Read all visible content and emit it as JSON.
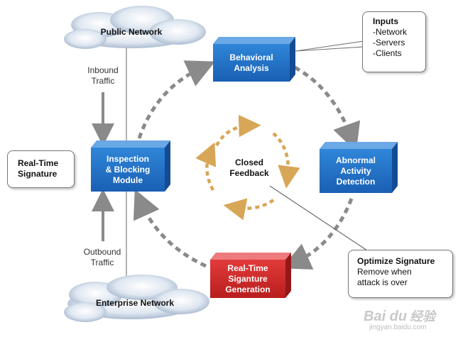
{
  "clouds": {
    "public": "Public Network",
    "enterprise": "Enterprise Network"
  },
  "traffic": {
    "inbound": [
      "Inbound",
      "Traffic"
    ],
    "outbound": [
      "Outbound",
      "Traffic"
    ]
  },
  "boxes": {
    "behavioral": [
      "Behavioral",
      "Analysis"
    ],
    "abnormal": [
      "Abnormal",
      "Activity",
      "Detection"
    ],
    "realtime_gen": [
      "Real-Time",
      "Siganture",
      "Generation"
    ],
    "inspection": [
      "Inspection",
      "& Blocking",
      "Module"
    ]
  },
  "center": [
    "Closed",
    "Feedback"
  ],
  "callouts": {
    "inputs": {
      "title": "Inputs",
      "lines": [
        "-Network",
        "-Servers",
        "-Clients"
      ]
    },
    "realtime_signature": [
      "Real-Time",
      "Signature"
    ],
    "optimize": {
      "title": "Optimize Signature",
      "lines": [
        "Remove when",
        "attack is over"
      ]
    }
  },
  "watermark": {
    "logo": "Bai du",
    "cn": "经验",
    "url": "jingyan.baidu.com"
  },
  "colors": {
    "blue": "#1f6fc4",
    "red": "#d22a2a",
    "dash": "#8a8a8a",
    "gold": "#d8a657"
  }
}
